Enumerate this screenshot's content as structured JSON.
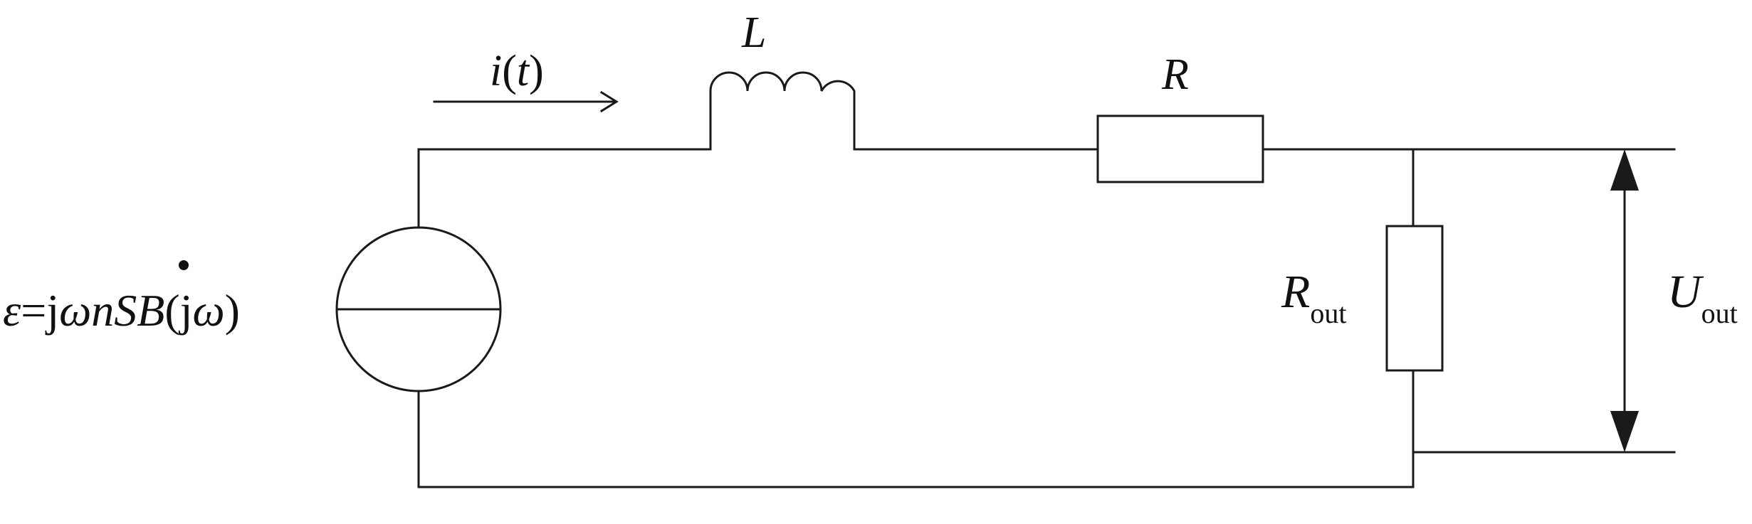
{
  "labels": {
    "current": {
      "i": "i",
      "open": "(",
      "t": "t",
      "close": ")"
    },
    "inductor": "L",
    "resistor": "R",
    "load_resistor": {
      "main": "R",
      "sub": "out"
    },
    "output_voltage": {
      "main": "U",
      "sub": "out"
    },
    "emf": {
      "epsilon": "ε",
      "equals_j": "=j",
      "omega1": "ω",
      "n": "n",
      "S": "S",
      "B": "B",
      "paren_open_j": "(j",
      "omega2": "ω",
      "paren_close": ")"
    }
  },
  "colors": {
    "line": "#1a1a1a",
    "text": "#111111",
    "background": "#ffffff"
  }
}
